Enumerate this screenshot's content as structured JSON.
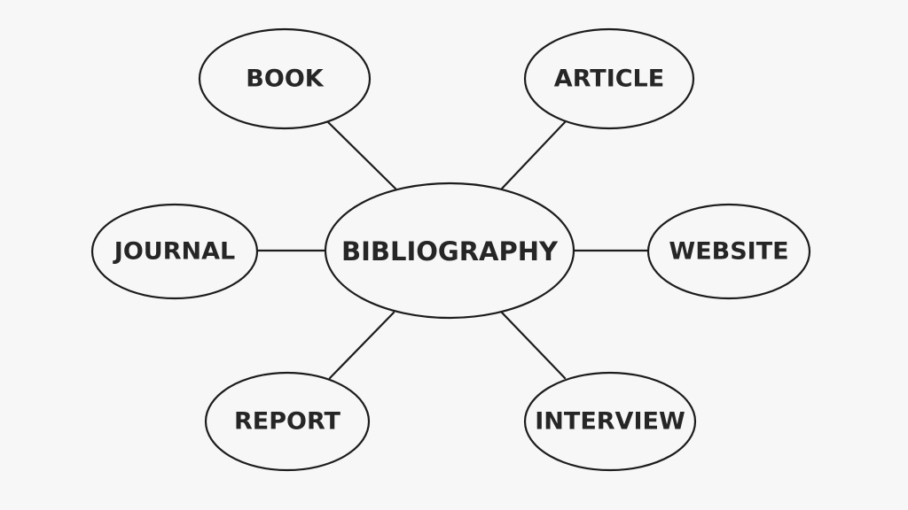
{
  "diagram": {
    "center": {
      "label": "BIBLIOGRAPHY"
    },
    "nodes": [
      {
        "id": "book",
        "label": "BOOK"
      },
      {
        "id": "article",
        "label": "ARTICLE"
      },
      {
        "id": "journal",
        "label": "JOURNAL"
      },
      {
        "id": "website",
        "label": "WEBSITE"
      },
      {
        "id": "report",
        "label": "REPORT"
      },
      {
        "id": "interview",
        "label": "INTERVIEW"
      }
    ]
  }
}
